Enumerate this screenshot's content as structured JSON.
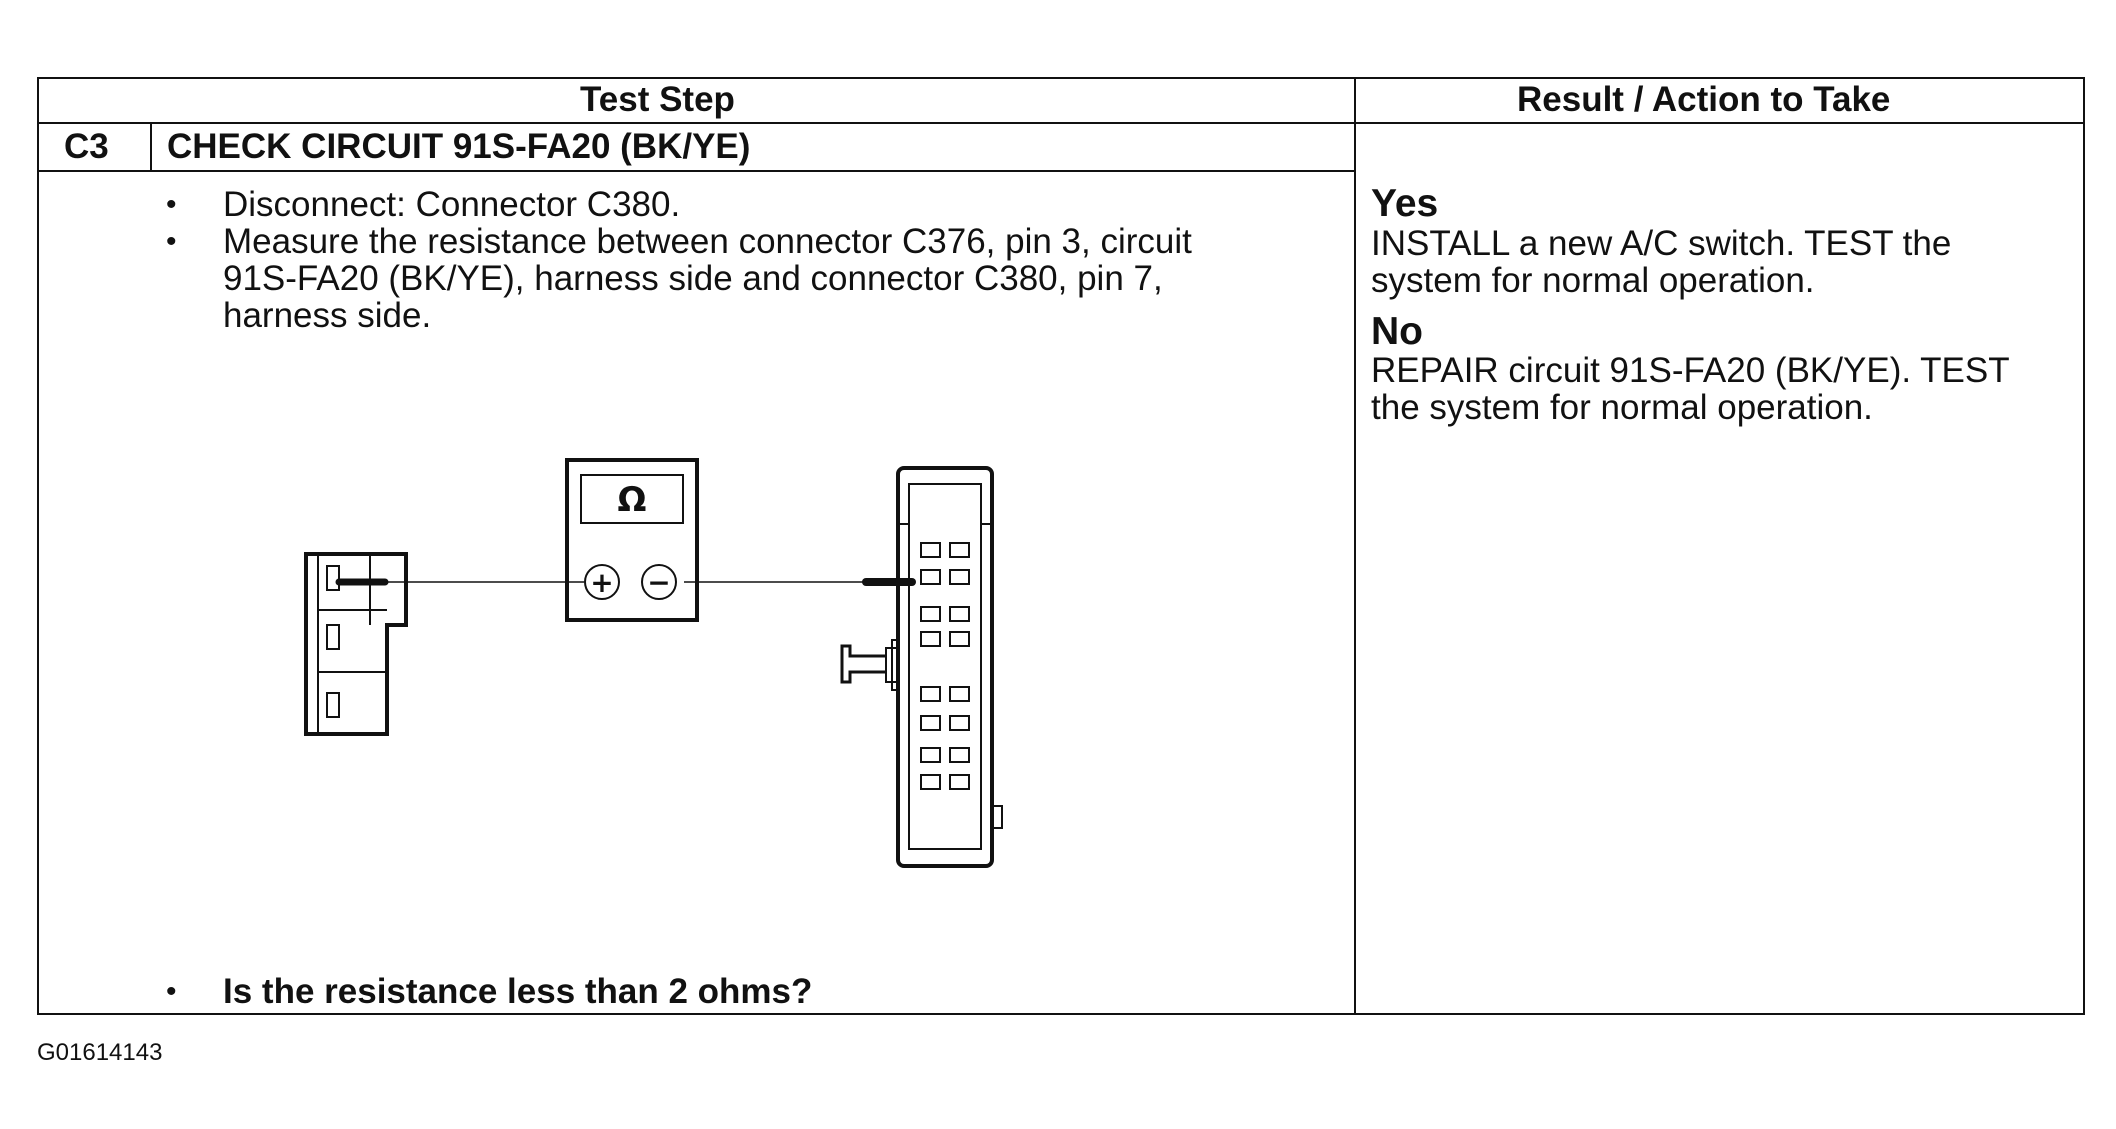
{
  "table": {
    "header_left": "Test Step",
    "header_right": "Result / Action to Take",
    "step_id": "C3",
    "step_title": "CHECK CIRCUIT 91S-FA20 (BK/YE)",
    "bullet_symbol": "•",
    "bullet1": "Disconnect: Connector C380.",
    "bullet2_lines": [
      "Measure the resistance between connector C376, pin 3, circuit",
      "91S-FA20 (BK/YE), harness side and connector C380, pin 7,",
      "harness side."
    ],
    "question": "Is the resistance less than 2 ohms?",
    "results": [
      {
        "title": "Yes",
        "lines": [
          "INSTALL a new A/C switch. TEST the",
          "system for normal operation."
        ]
      },
      {
        "title": "No",
        "lines": [
          "REPAIR circuit 91S-FA20 (BK/YE). TEST",
          "the system for normal operation."
        ]
      }
    ]
  },
  "diagram": {
    "meter_symbol": "Ω",
    "plus_symbol": "+",
    "minus_symbol": "−"
  },
  "figure_id": "G01614143"
}
